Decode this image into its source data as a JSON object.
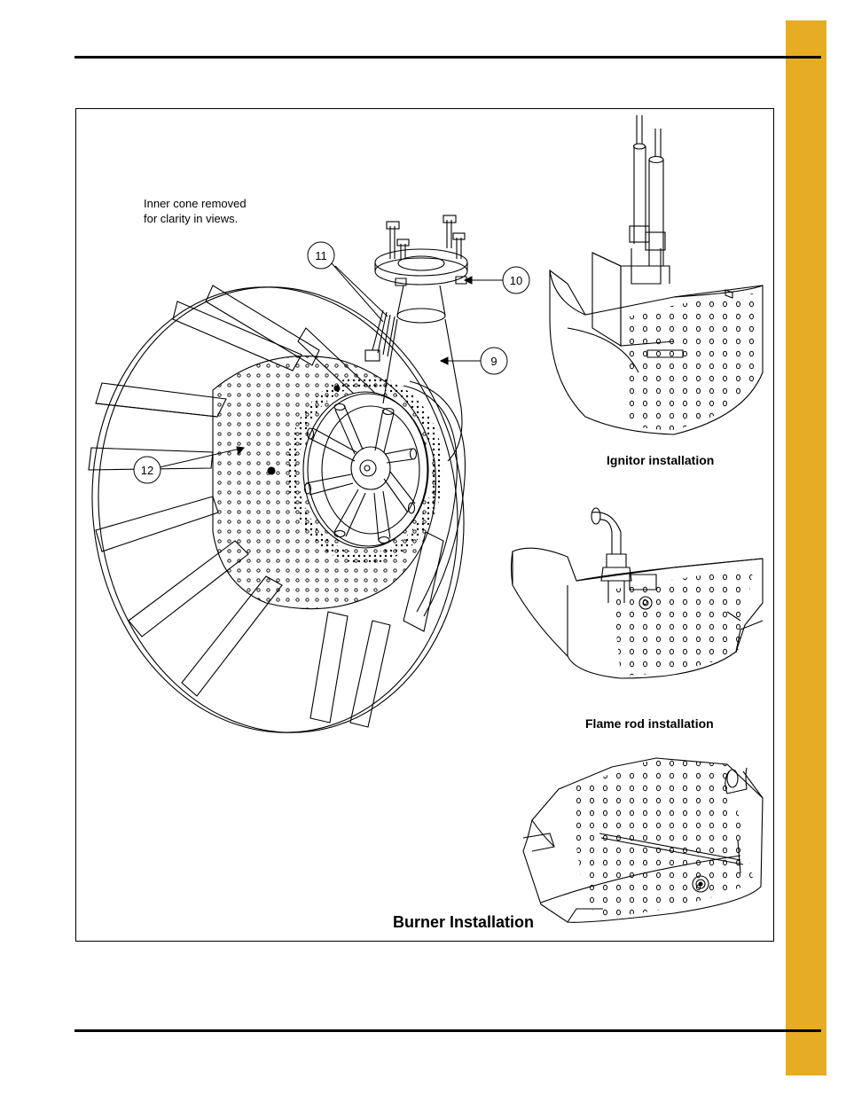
{
  "colors": {
    "side_tab": "#e6ac24",
    "rule": "#000000"
  },
  "figure": {
    "note_line1": "Inner cone removed",
    "note_line2": "for clarity in views.",
    "callouts": {
      "c9": "9",
      "c10": "10",
      "c11": "11",
      "c12": "12"
    },
    "ignitor_caption": "Ignitor installation",
    "flame_rod_caption": "Flame rod installation",
    "title": "Burner Installation"
  }
}
